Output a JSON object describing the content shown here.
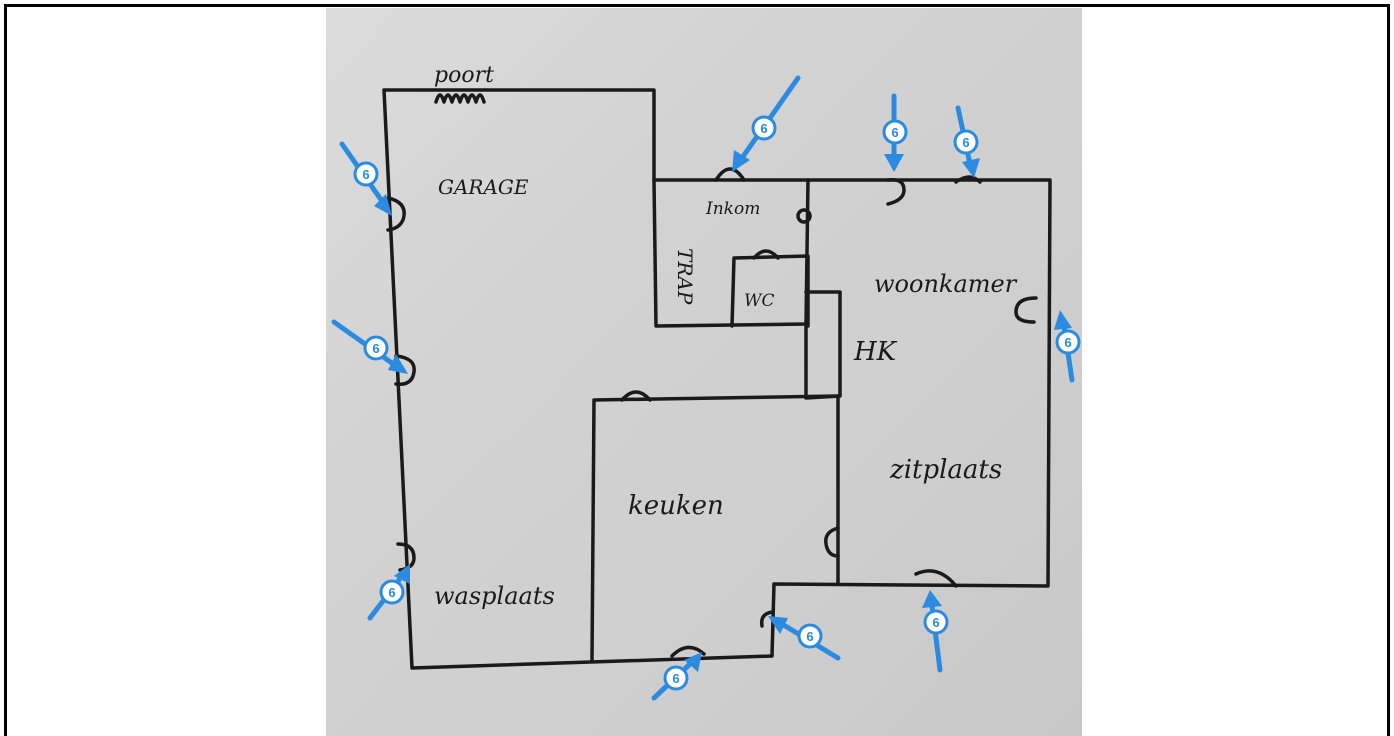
{
  "labels": {
    "poort": "poort",
    "garage": "GARAGE",
    "inkom": "Inkom",
    "trap": "TRAP",
    "wc": "WC",
    "woonkamer": "woonkamer",
    "hk": "HK",
    "zitplaats": "zitplaats",
    "keuken": "keuken",
    "wasplaats": "wasplaats"
  },
  "marker": "6",
  "colors": {
    "ink": "#1a1a1a",
    "paper": "#d4d4d4",
    "marker": "#2a8be0"
  }
}
